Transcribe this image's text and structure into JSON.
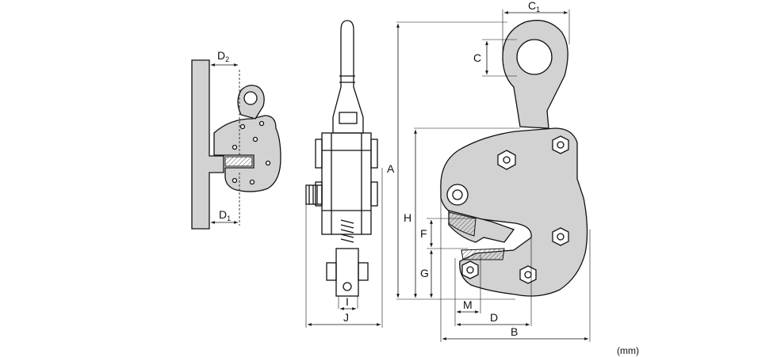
{
  "dimension_labels": {
    "C1": {
      "main": "C",
      "sub": "1"
    },
    "C": "C",
    "D2": {
      "main": "D",
      "sub": "2"
    },
    "D1": {
      "main": "D",
      "sub": "1"
    },
    "A": "A",
    "H": "H",
    "F": "F",
    "G": "G",
    "I": "I",
    "J": "J",
    "M": "M",
    "D": "D",
    "B": "B"
  },
  "unit_label": "(mm)"
}
